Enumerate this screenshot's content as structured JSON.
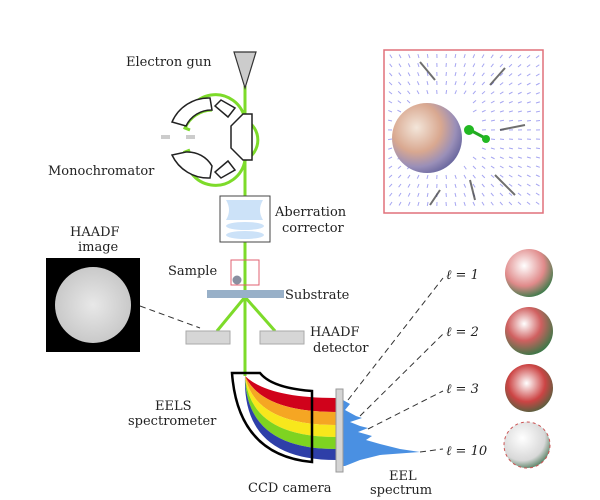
{
  "labels": {
    "electron_gun": "Electron gun",
    "monochromator": "Monochromator",
    "aberration_1": "Aberration",
    "aberration_2": "corrector",
    "haadf_image_1": "HAADF",
    "haadf_image_2": "image",
    "sample": "Sample",
    "substrate": "Substrate",
    "haadf_detector_1": "HAADF",
    "haadf_detector_2": "detector",
    "eels_1": "EELS",
    "eels_2": "spectrometer",
    "ccd": "CCD camera",
    "eel_1": "EEL",
    "eel_2": "spectrum"
  },
  "modes": [
    {
      "label": "ℓ = 1"
    },
    {
      "label": "ℓ = 2"
    },
    {
      "label": "ℓ = 3"
    },
    {
      "label": "ℓ = 10"
    }
  ],
  "colors": {
    "beam": "#7ddb2a",
    "spectrum": "#4a90e2",
    "bands": [
      "#d0021b",
      "#f5a623",
      "#f8e71c",
      "#7ed321",
      "#2e3fa8"
    ],
    "inset_border": "#e0707a"
  }
}
